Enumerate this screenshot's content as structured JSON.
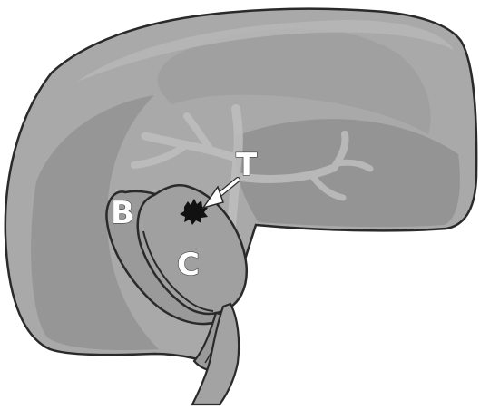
{
  "labels": {
    "b": "B",
    "c": "C",
    "t": "T"
  },
  "colors": {
    "outline": "#2a2a2a",
    "liver_light": "#a9a9a9",
    "liver_mid": "#9a9a9a",
    "liver_dark": "#8c8c8c",
    "vessel": "#bdbdbd",
    "tumor": "#111111",
    "background": "#ffffff"
  }
}
